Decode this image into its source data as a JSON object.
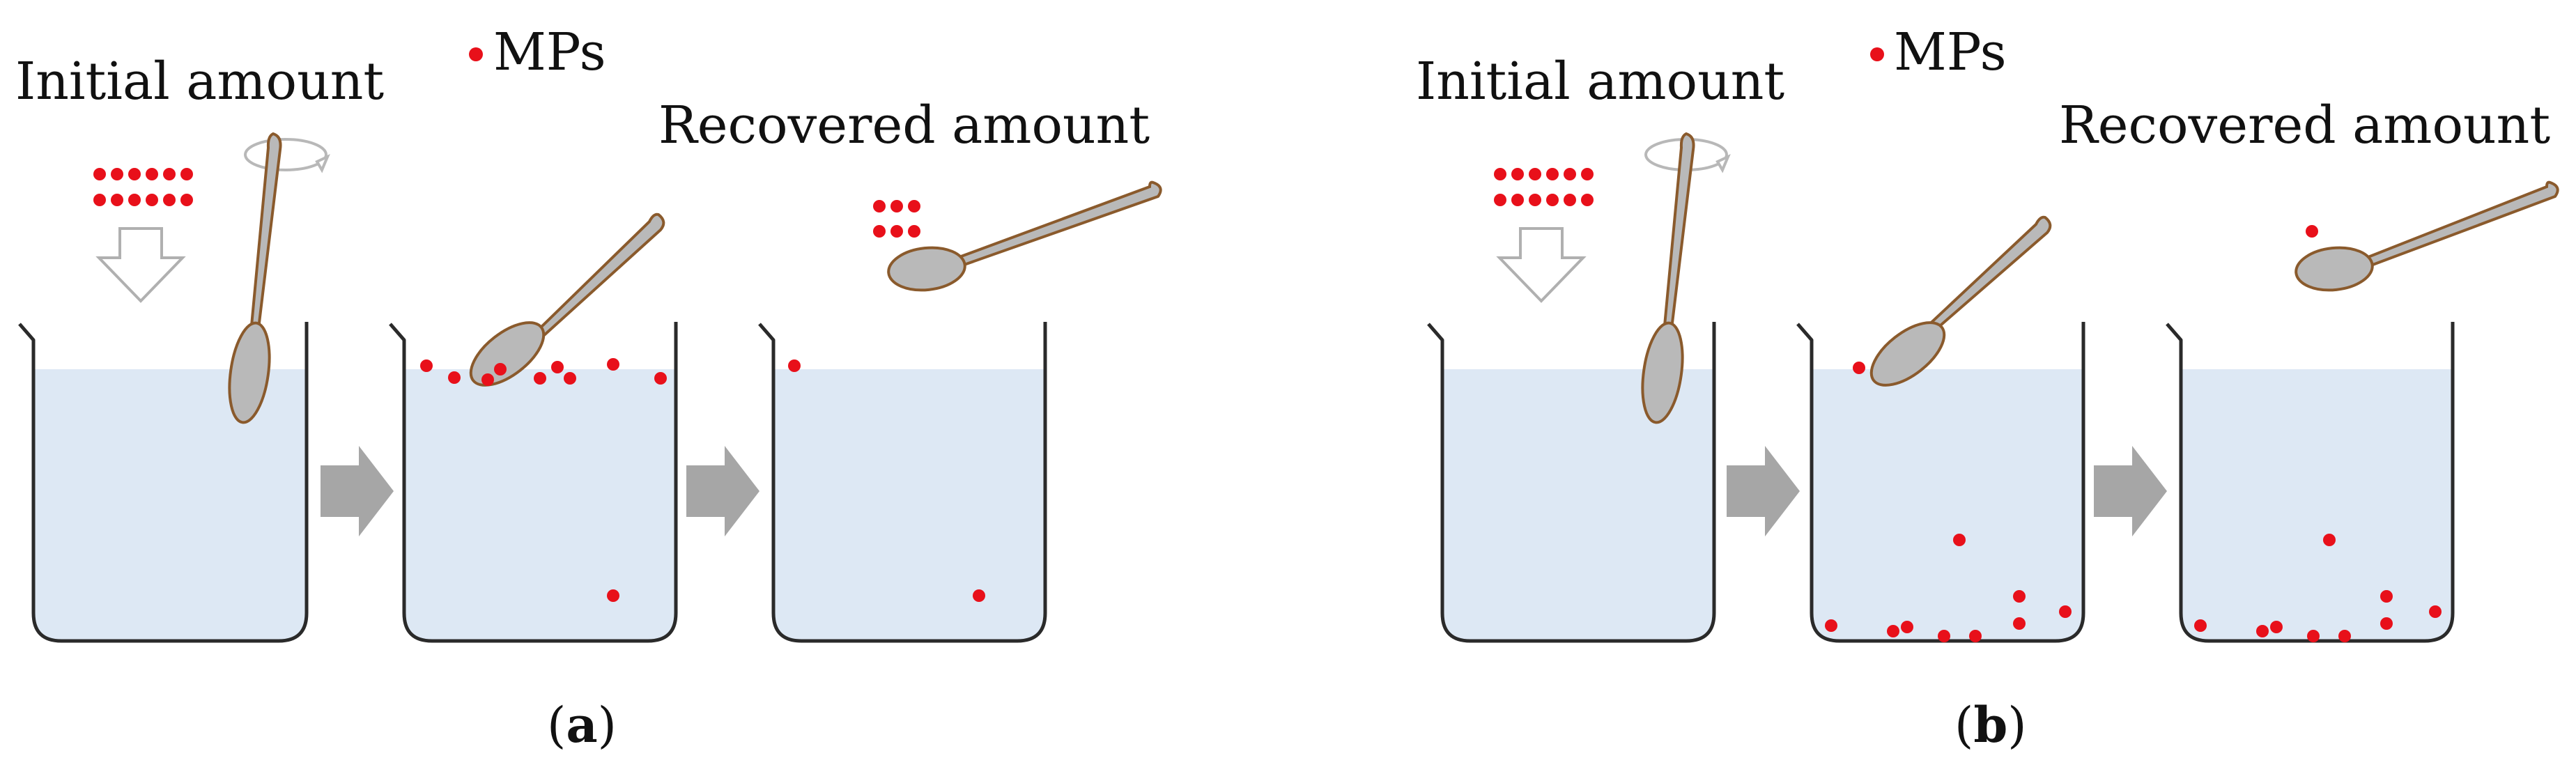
{
  "panels": [
    {
      "id": "a",
      "label_open": "(",
      "label_letter": "a",
      "label_close": ")",
      "initial_label": "Initial amount",
      "mps_label": "MPs",
      "recovered_label": "Recovered amount"
    },
    {
      "id": "b",
      "label_open": "(",
      "label_letter": "b",
      "label_close": ")",
      "initial_label": "Initial amount",
      "mps_label": "MPs",
      "recovered_label": "Recovered amount"
    }
  ],
  "colors": {
    "mp_dot": "#e8101a",
    "water": "#dde8f4",
    "beaker_outline": "#2a2a2a",
    "spoon_fill": "#b9b9b9",
    "spoon_outline": "#8a5a2c",
    "arrow": "#a6a6a6",
    "outline_arrow": "#b0b0b0"
  },
  "icons": [
    "beaker-icon",
    "spoon-icon",
    "stir-rotation-icon",
    "down-arrow-icon",
    "right-arrow-icon"
  ]
}
